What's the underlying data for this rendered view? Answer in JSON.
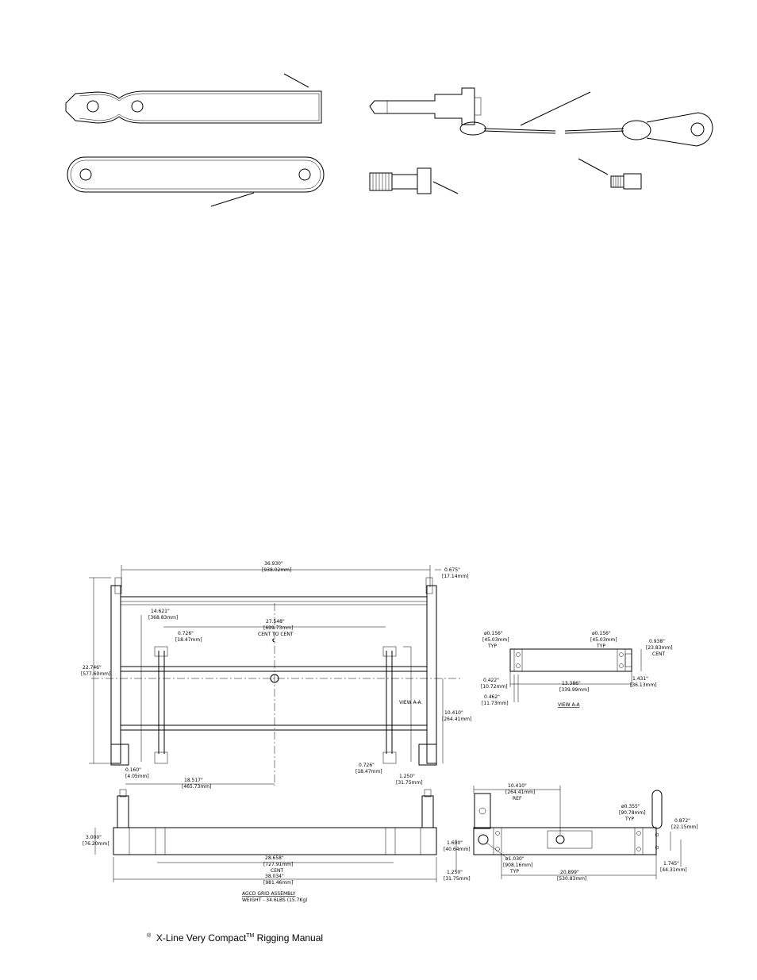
{
  "footer": {
    "registered_mark": "®",
    "title_prefix": "X-Line Very Compact",
    "tm": "TM",
    "title_suffix": " Rigging Manual"
  },
  "drawing": {
    "front_view": {
      "overall_width": "36.930\"",
      "overall_width_mm": "[938.02mm]",
      "offset_right": "0.675\"",
      "offset_right_mm": "[17.14mm]",
      "inner_left": "14.621\"",
      "inner_left_mm": "[368.83mm]",
      "cent_to_cent": "27.548\"",
      "cent_to_cent_mm": "[699.73mm]",
      "cent_to_cent_label": "CENT TO CENT",
      "centerline_mark": "℄",
      "clip_width": "0.726\"",
      "clip_width_mm": "[18.47mm]",
      "height": "22.746\"",
      "height_mm": "[577.60mm]",
      "view_label": "VIEW A-A",
      "half_height": "10.410\"",
      "half_height_mm": "[264.41mm]",
      "bottom_offset": "0.160\"",
      "bottom_offset_mm": "[4.05mm]",
      "half_width": "18.517\"",
      "half_width_mm": "[465.73mm]",
      "clip_width_right": "0.726\"",
      "clip_width_right_mm": "[18.47mm]",
      "clip_offset": "1.250\"",
      "clip_offset_mm": "[31.75mm]"
    },
    "side_view": {
      "height": "3.000\"",
      "height_mm": "[76.20mm]",
      "inner": "28.658\"",
      "inner_mm": "[727.91mm]",
      "inner_label": "CENT",
      "overall": "38.034\"",
      "overall_mm": "[981.46mm]",
      "caption": "AGCD GRID ASSEMBLY",
      "weight": "WEIGHT - 34.6LBS (15.7Kg)"
    },
    "view_aa": {
      "left_hole": "ø0.156\"",
      "left_hole_mm": "[45.03mm]",
      "left_typ": "TYP",
      "right_hole": "ø0.156\"",
      "right_hole_mm": "[45.03mm]",
      "right_typ": "TYP",
      "cent_dim": "0.938\"",
      "cent_dim_mm": "[23.83mm]",
      "cent_label": "CENT",
      "small_a": "0.422\"",
      "small_a_mm": "[10.72mm]",
      "length": "13.386\"",
      "length_mm": "[339.99mm]",
      "end_dim": "1.431\"",
      "end_dim_mm": "[36.13mm]",
      "small_b": "0.462\"",
      "small_b_mm": "[11.73mm]",
      "caption": "VIEW  A-A"
    },
    "end_view": {
      "ref": "10.410\"",
      "ref_mm": "[264.41mm]",
      "ref_label": "REF",
      "pin_dia": "ø0.355\"",
      "pin_dia_mm": "[90.78mm]",
      "pin_typ": "TYP",
      "right_dim": "0.872\"",
      "right_dim_mm": "[22.15mm]",
      "left_dim": "1.600\"",
      "left_dim_mm": "[40.64mm]",
      "hole_dia": "ø1.030\"",
      "hole_dia_mm": "[908.16mm]",
      "hole_typ": "TYP",
      "right_low": "1.745\"",
      "right_low_mm": "[44.31mm]",
      "bottom_left": "1.250\"",
      "bottom_left_mm": "[31.75mm]",
      "length": "20.899\"",
      "length_mm": "[530.83mm]"
    }
  }
}
